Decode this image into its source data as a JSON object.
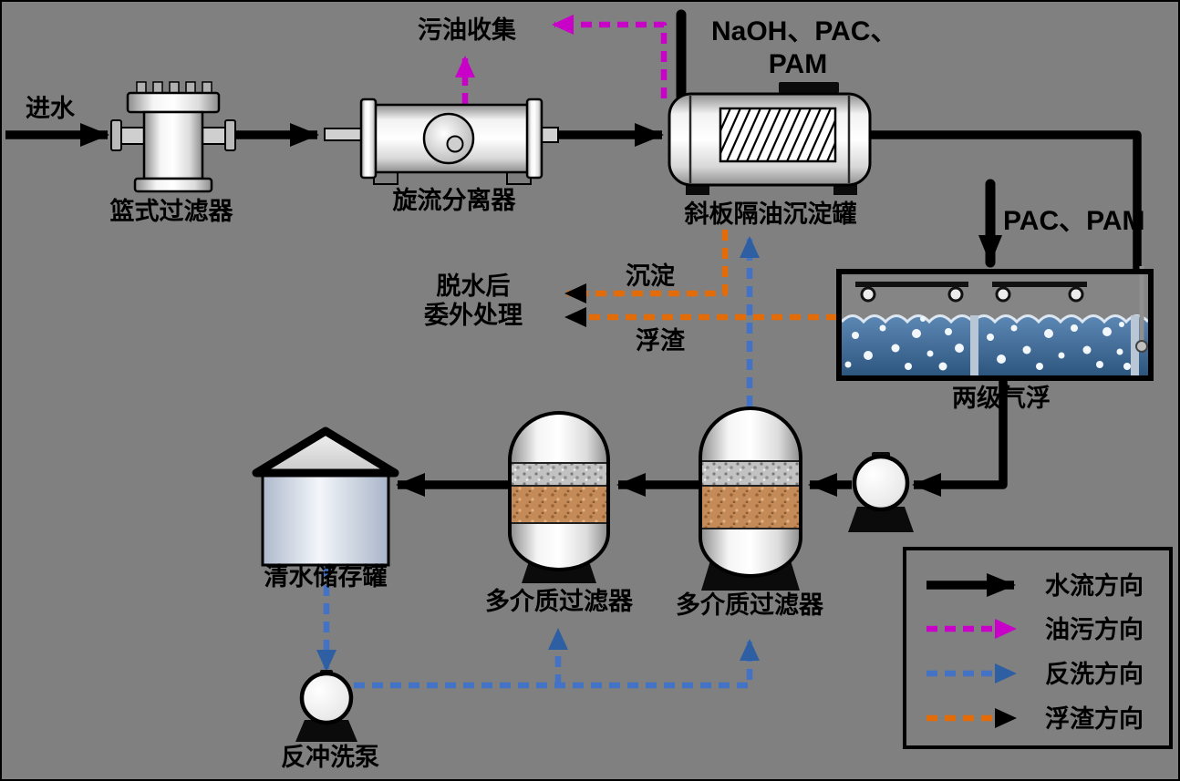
{
  "labels": {
    "inlet": "进水",
    "basket_filter": "篮式过滤器",
    "cyclone_separator": "旋流分离器",
    "oil_collection": "污油收集",
    "dosing_top_line1": "NaOH、PAC、",
    "dosing_top_line2": "PAM",
    "inclined_plate_tank": "斜板隔油沉淀罐",
    "dosing_flotation": "PAC、PAM",
    "flotation": "两级气浮",
    "dewater_line1": "脱水后",
    "dewater_line2": "委外处理",
    "sediment": "沉淀",
    "scum": "浮渣",
    "clean_water_tank": "清水储存罐",
    "multimedia_filter_left": "多介质过滤器",
    "multimedia_filter_right": "多介质过滤器",
    "backwash_pump": "反冲洗泵"
  },
  "legend": {
    "items": [
      {
        "label": "水流方向"
      },
      {
        "label": "油污方向"
      },
      {
        "label": "反洗方向"
      },
      {
        "label": "浮渣方向"
      }
    ]
  },
  "colors": {
    "background": "#808080",
    "water_flow": "#000000",
    "oil_flow": "#C800C8",
    "backwash_flow": "#4472C4",
    "scum_flow": "#E36C09",
    "flotation_water": "#3C648C",
    "media_gravel": "#C2C2C2",
    "media_sand": "#C48A58"
  }
}
